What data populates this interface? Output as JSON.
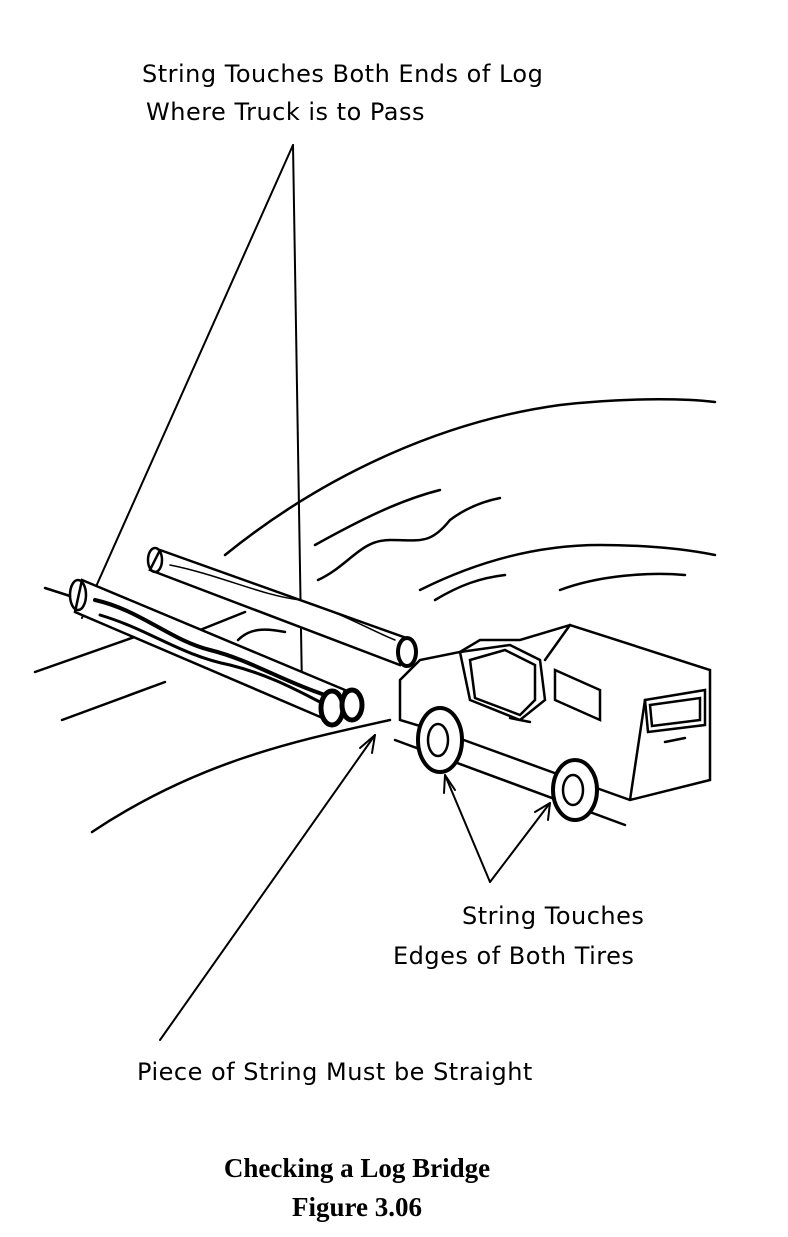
{
  "labels": {
    "top_line1": "String Touches Both Ends of Log",
    "top_line2": "Where Truck is to Pass",
    "tires_line1": "String Touches",
    "tires_line2": "Edges of Both Tires",
    "straight": "Piece of String Must be Straight"
  },
  "caption": {
    "title": "Checking a Log Bridge",
    "figure": "Figure 3.06"
  }
}
